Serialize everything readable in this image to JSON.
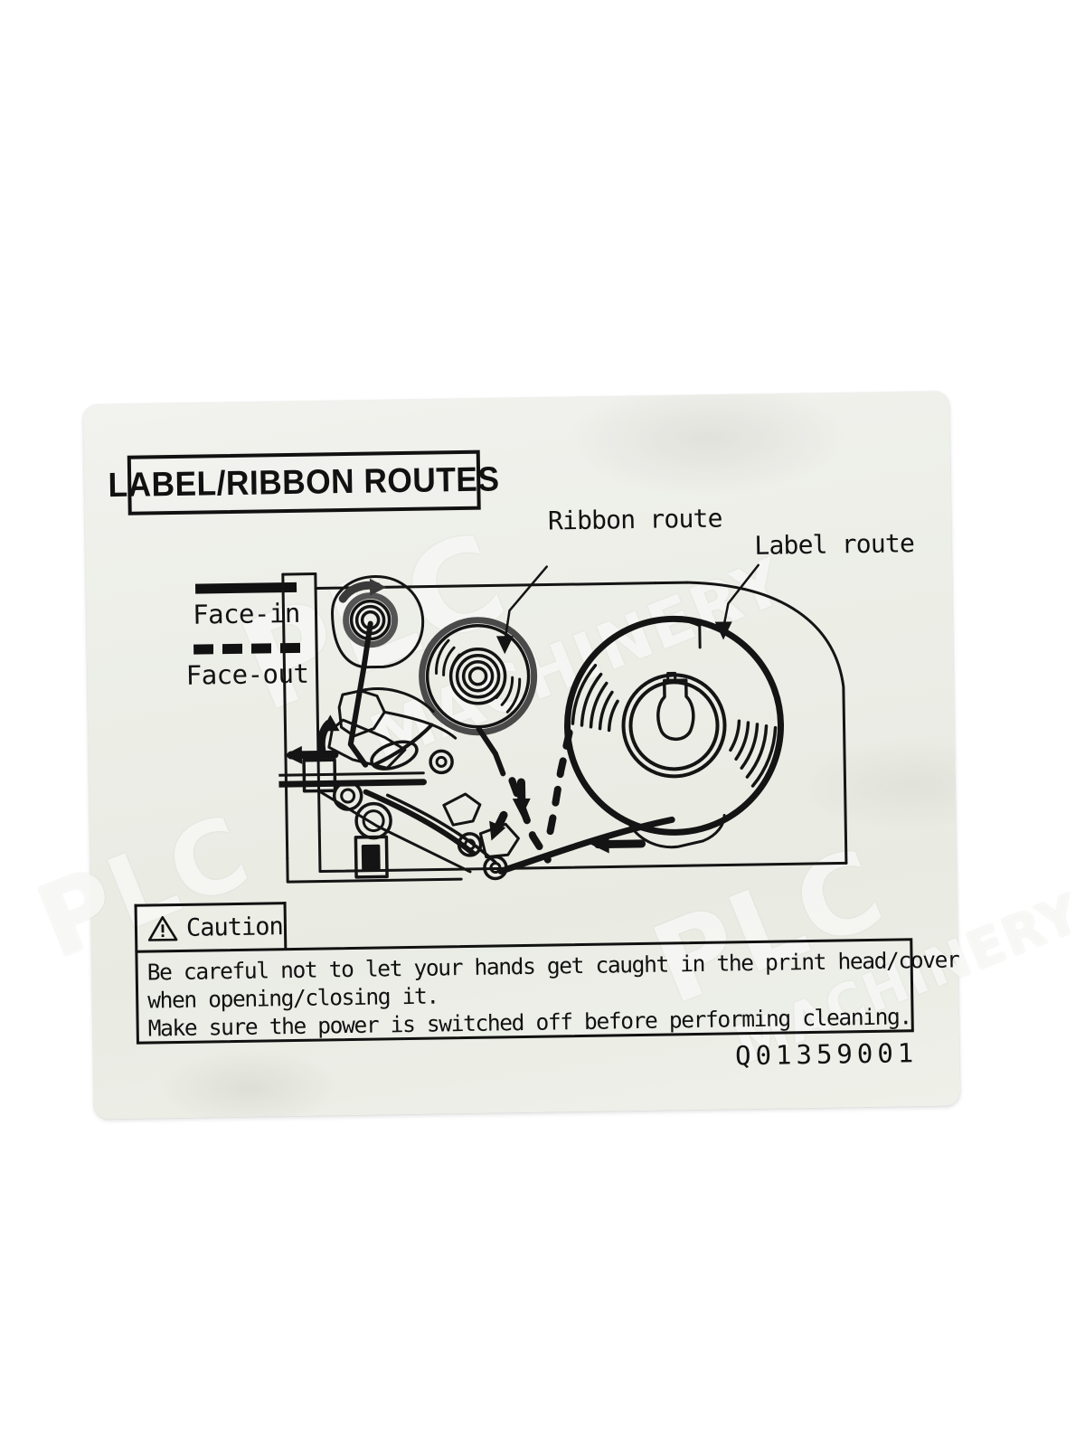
{
  "page": {
    "background_color": "#ffffff",
    "sticker_color": "#ecece5",
    "ink_color": "#111111"
  },
  "watermark": {
    "line1": "PLC",
    "line2": "MACHINERY",
    "line3": "PLC",
    "line4": "MACHINERY",
    "line5": "PLC"
  },
  "title": {
    "text": "LABEL/RIBBON ROUTES"
  },
  "legend": {
    "items": [
      {
        "style": "solid",
        "label": "Face-in"
      },
      {
        "style": "dashed",
        "label": "Face-out"
      }
    ]
  },
  "callouts": {
    "ribbon_route": "Ribbon route",
    "label_route": "Label route"
  },
  "caution": {
    "icon": "warning-triangle-icon",
    "heading": "Caution",
    "lines": [
      "Be careful not to let your hands get caught in the print head/cover",
      "when opening/closing it.",
      "Make sure the power is switched off before performing cleaning."
    ]
  },
  "part_number": "Q01359001",
  "diagram": {
    "description": "Thermal label printer media path: ribbon take-up spool, ribbon supply roll, print head assembly, label supply roll with hub clamp. Solid line = face-in path, dashed line = face-out path.",
    "components": [
      "ribbon-takeup-spool",
      "ribbon-supply-roll",
      "print-head-assembly",
      "platen-roller",
      "label-supply-roll",
      "label-hub-clamp",
      "media-guide-roller",
      "media-sensor"
    ]
  }
}
